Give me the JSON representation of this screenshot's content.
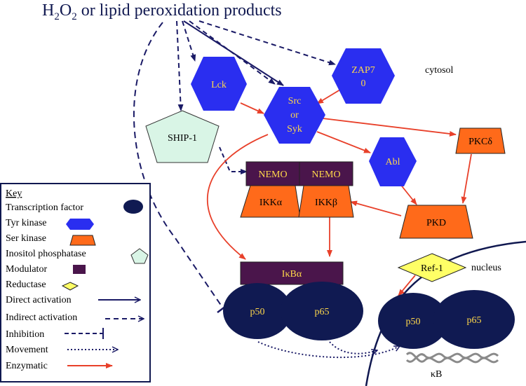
{
  "title": {
    "main_before": "H",
    "sub1": "2",
    "main_mid": "O",
    "sub2": "2",
    "main_after": " or lipid peroxidation products"
  },
  "regions": {
    "cytosol": "cytosol",
    "nucleus": "nucleus"
  },
  "nodes": {
    "lck": "Lck",
    "src_1": "Src",
    "src_2": "or",
    "src_3": "Syk",
    "zap_1": "ZAP7",
    "zap_2": "0",
    "ship1": "SHIP-1",
    "abl": "Abl",
    "pkcd": "PKCδ",
    "nemo_a": "NEMO",
    "nemo_b": "NEMO",
    "ikka": "IKKα",
    "ikkb": "IKKβ",
    "pkd": "PKD",
    "ikba": "IκBα",
    "p50_cyto": "p50",
    "p65_cyto": "p65",
    "ref1": "Ref-1",
    "p50_nuc": "p50",
    "p65_nuc": "p65",
    "kb": "κB"
  },
  "key": {
    "title": "Key",
    "items": [
      "Transcription factor",
      "Tyr kinase",
      "Ser kinase",
      "Inositol phosphatase",
      "Modulator",
      "Reductase",
      "Direct activation",
      "Indirect activation",
      "Inhibition",
      "Movement",
      "Enzymatic"
    ]
  },
  "colors": {
    "tyr_kinase": "#2a2ef0",
    "ser_kinase": "#ff6a1a",
    "transcription_factor": "#101a52",
    "modulator": "#4a154b",
    "reductase": "#ffff66",
    "phosphatase": "#d9f5e6",
    "direct": "#1a1a66",
    "enzymatic": "#e8402a",
    "label_yellow": "#ffd84a"
  }
}
